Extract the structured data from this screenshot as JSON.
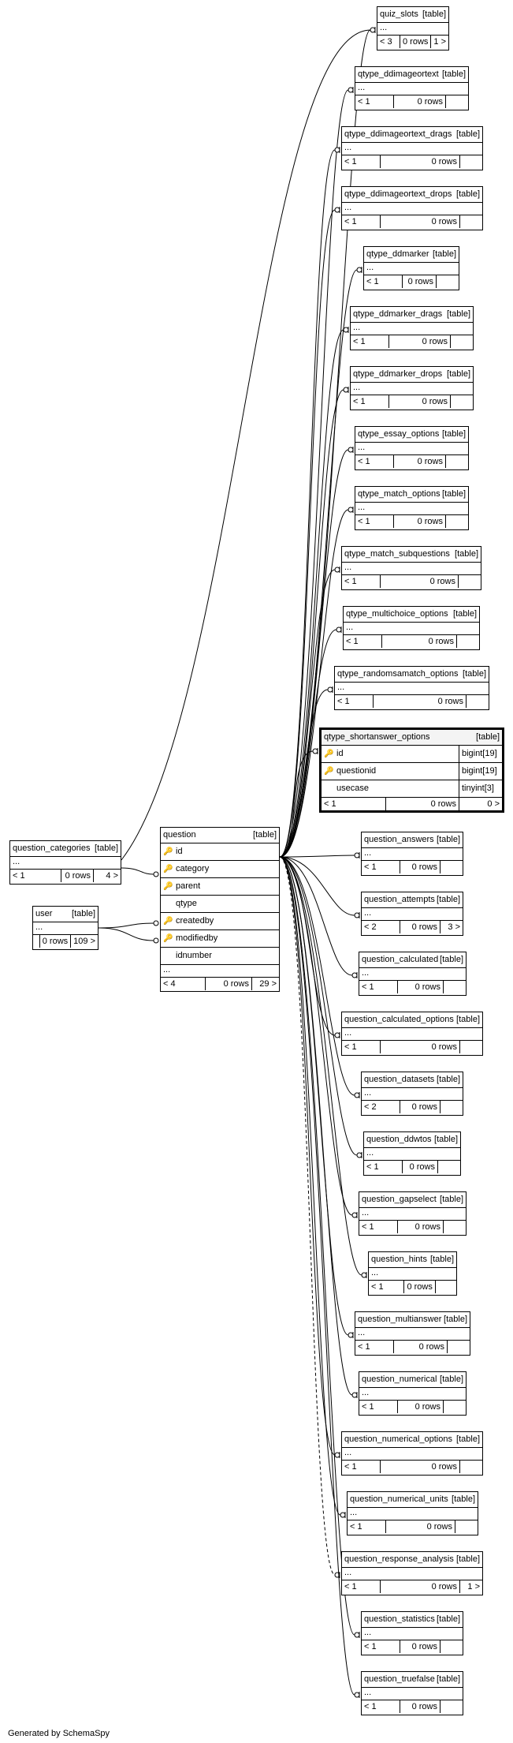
{
  "footer": "Generated by SchemaSpy",
  "tag": "[table]",
  "ellipsis": "...",
  "focus_table": {
    "name": "qtype_shortanswer_options",
    "columns": [
      {
        "name": "id",
        "type": "bigint[19]",
        "key": "pk"
      },
      {
        "name": "questionid",
        "type": "bigint[19]",
        "key": "fk"
      },
      {
        "name": "usecase",
        "type": "tinyint[3]",
        "key": "none"
      }
    ],
    "footer": {
      "left": "< 1",
      "rows": "0 rows",
      "right": "0 >"
    }
  },
  "question_table": {
    "name": "question",
    "columns": [
      {
        "name": "id",
        "key": "pk"
      },
      {
        "name": "category",
        "key": "fk"
      },
      {
        "name": "parent",
        "key": "fk"
      },
      {
        "name": "qtype",
        "key": "none"
      },
      {
        "name": "createdby",
        "key": "fk"
      },
      {
        "name": "modifiedby",
        "key": "fk"
      },
      {
        "name": "idnumber",
        "key": "none"
      }
    ],
    "footer": {
      "left": "< 4",
      "rows": "0 rows",
      "right": "29 >"
    }
  },
  "left_tables": [
    {
      "name": "question_categories",
      "left": "< 1",
      "rows": "0 rows",
      "right": "4 >"
    },
    {
      "name": "user",
      "left": "",
      "rows": "0 rows",
      "right": "109 >"
    }
  ],
  "tables": [
    {
      "name": "quiz_slots",
      "left": "< 3",
      "rows": "0 rows",
      "right": "1 >"
    },
    {
      "name": "qtype_ddimageortext",
      "left": "< 1",
      "rows": "0 rows",
      "right": ""
    },
    {
      "name": "qtype_ddimageortext_drags",
      "left": "< 1",
      "rows": "0 rows",
      "right": ""
    },
    {
      "name": "qtype_ddimageortext_drops",
      "left": "< 1",
      "rows": "0 rows",
      "right": ""
    },
    {
      "name": "qtype_ddmarker",
      "left": "< 1",
      "rows": "0 rows",
      "right": ""
    },
    {
      "name": "qtype_ddmarker_drags",
      "left": "< 1",
      "rows": "0 rows",
      "right": ""
    },
    {
      "name": "qtype_ddmarker_drops",
      "left": "< 1",
      "rows": "0 rows",
      "right": ""
    },
    {
      "name": "qtype_essay_options",
      "left": "< 1",
      "rows": "0 rows",
      "right": ""
    },
    {
      "name": "qtype_match_options",
      "left": "< 1",
      "rows": "0 rows",
      "right": ""
    },
    {
      "name": "qtype_match_subquestions",
      "left": "< 1",
      "rows": "0 rows",
      "right": ""
    },
    {
      "name": "qtype_multichoice_options",
      "left": "< 1",
      "rows": "0 rows",
      "right": ""
    },
    {
      "name": "qtype_randomsamatch_options",
      "left": "< 1",
      "rows": "0 rows",
      "right": ""
    },
    {
      "name": "question_answers",
      "left": "< 1",
      "rows": "0 rows",
      "right": ""
    },
    {
      "name": "question_attempts",
      "left": "< 2",
      "rows": "0 rows",
      "right": "3 >"
    },
    {
      "name": "question_calculated",
      "left": "< 1",
      "rows": "0 rows",
      "right": ""
    },
    {
      "name": "question_calculated_options",
      "left": "< 1",
      "rows": "0 rows",
      "right": ""
    },
    {
      "name": "question_datasets",
      "left": "< 2",
      "rows": "0 rows",
      "right": ""
    },
    {
      "name": "question_ddwtos",
      "left": "< 1",
      "rows": "0 rows",
      "right": ""
    },
    {
      "name": "question_gapselect",
      "left": "< 1",
      "rows": "0 rows",
      "right": ""
    },
    {
      "name": "question_hints",
      "left": "< 1",
      "rows": "0 rows",
      "right": ""
    },
    {
      "name": "question_multianswer",
      "left": "< 1",
      "rows": "0 rows",
      "right": ""
    },
    {
      "name": "question_numerical",
      "left": "< 1",
      "rows": "0 rows",
      "right": ""
    },
    {
      "name": "question_numerical_options",
      "left": "< 1",
      "rows": "0 rows",
      "right": ""
    },
    {
      "name": "question_numerical_units",
      "left": "< 1",
      "rows": "0 rows",
      "right": ""
    },
    {
      "name": "question_response_analysis",
      "left": "< 1",
      "rows": "0 rows",
      "right": "1 >"
    },
    {
      "name": "question_statistics",
      "left": "< 1",
      "rows": "0 rows",
      "right": ""
    },
    {
      "name": "question_truefalse",
      "left": "< 1",
      "rows": "0 rows",
      "right": ""
    }
  ]
}
